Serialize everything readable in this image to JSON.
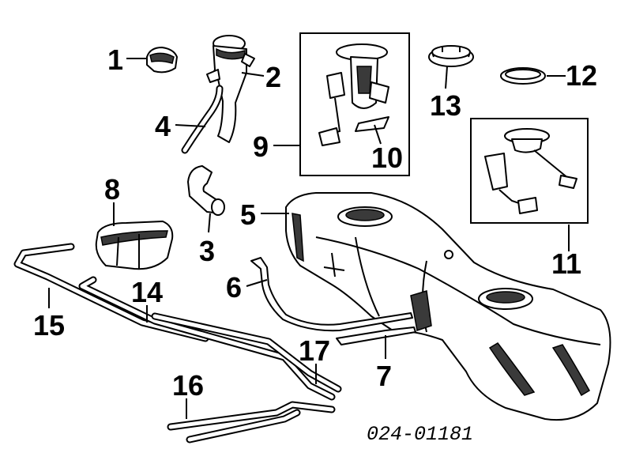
{
  "diagram": {
    "callouts": [
      {
        "id": "1",
        "text": "1"
      },
      {
        "id": "2",
        "text": "2"
      },
      {
        "id": "3",
        "text": "3"
      },
      {
        "id": "4",
        "text": "4"
      },
      {
        "id": "5",
        "text": "5"
      },
      {
        "id": "6",
        "text": "6"
      },
      {
        "id": "7",
        "text": "7"
      },
      {
        "id": "8",
        "text": "8"
      },
      {
        "id": "9",
        "text": "9"
      },
      {
        "id": "10",
        "text": "10"
      },
      {
        "id": "11",
        "text": "11"
      },
      {
        "id": "12",
        "text": "12"
      },
      {
        "id": "13",
        "text": "13"
      },
      {
        "id": "14",
        "text": "14"
      },
      {
        "id": "15",
        "text": "15"
      },
      {
        "id": "16",
        "text": "16"
      },
      {
        "id": "17",
        "text": "17"
      }
    ],
    "reference_code": "024-01181"
  }
}
